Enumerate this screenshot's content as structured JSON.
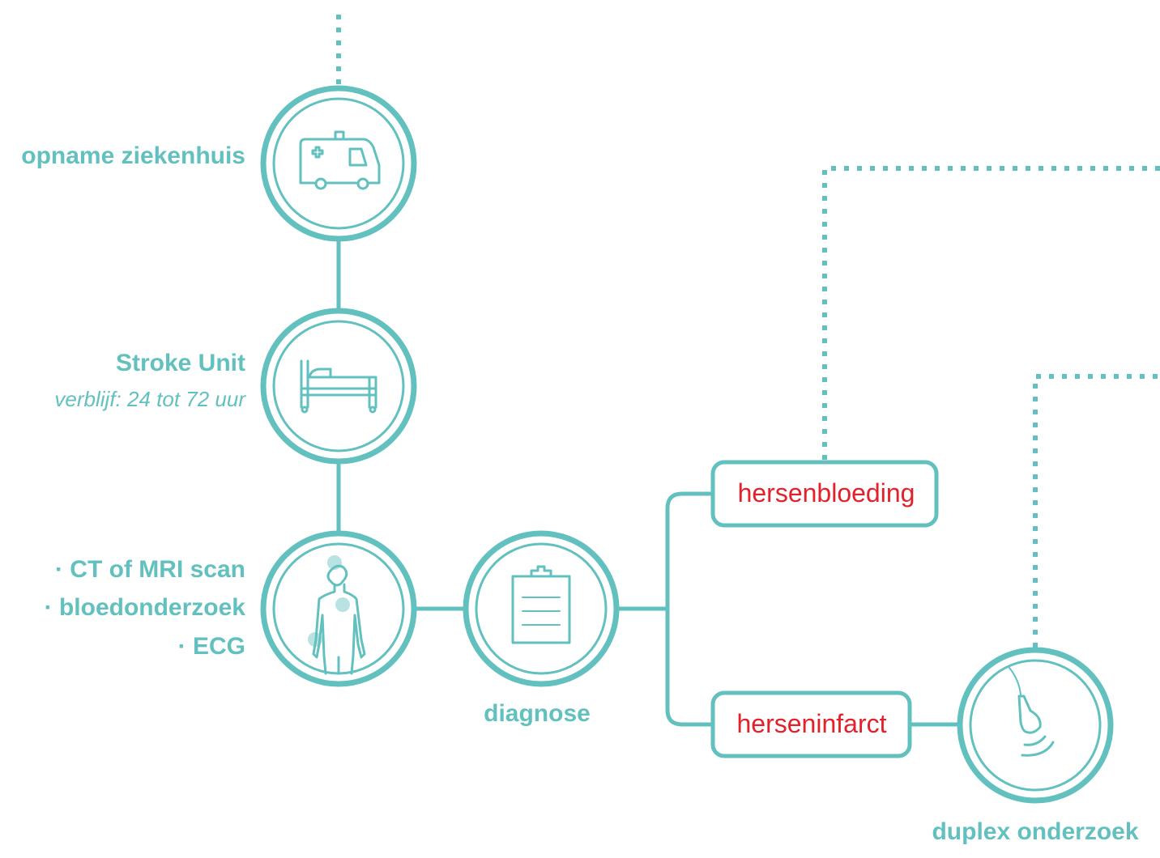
{
  "steps": {
    "admission": {
      "label": "opname ziekenhuis",
      "icon": "ambulance-icon"
    },
    "stroke_unit": {
      "label": "Stroke Unit",
      "sublabel": "verblijf: 24 tot 72 uur",
      "icon": "hospital-bed-icon"
    },
    "tests": {
      "items": [
        "· CT of MRI scan",
        "· bloedonderzoek",
        "· ECG"
      ],
      "icon": "body-scan-icon"
    },
    "diagnosis": {
      "label": "diagnose",
      "icon": "clipboard-icon"
    },
    "duplex": {
      "label": "duplex onderzoek",
      "icon": "ultrasound-probe-icon"
    }
  },
  "outcomes": {
    "bleeding": "hersenbloeding",
    "infarct": "herseninfarct"
  },
  "colors": {
    "accent": "#62C1BF",
    "outcome_text": "#E4202A"
  }
}
